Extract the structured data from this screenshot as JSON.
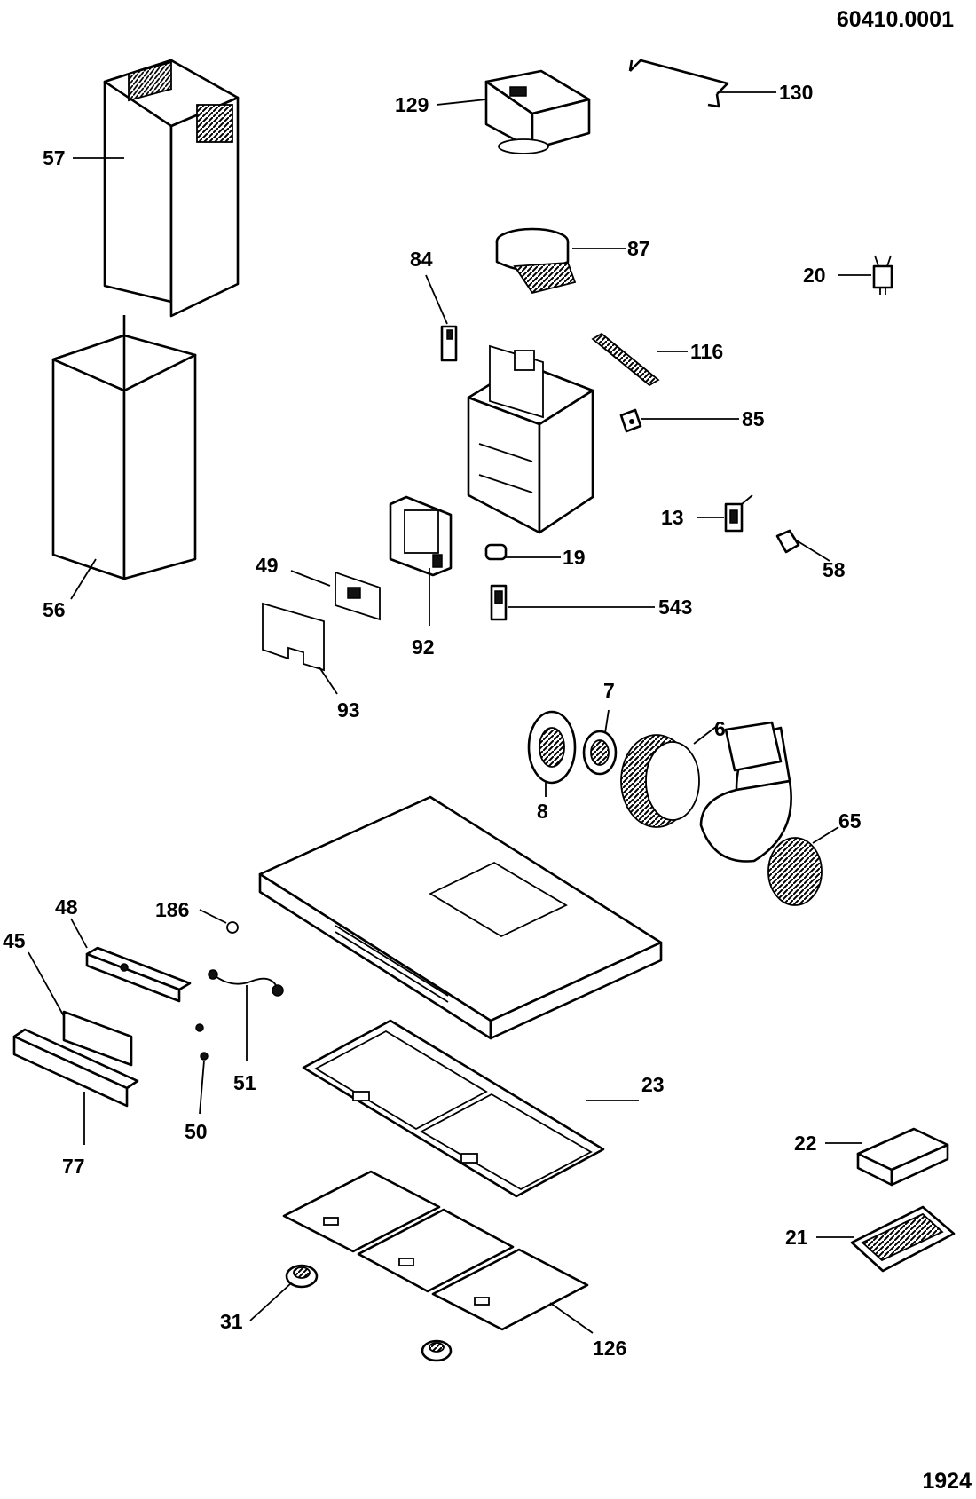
{
  "drawing_number": "60410.0001",
  "page_code": "1924",
  "callouts": {
    "p57": "57",
    "p56": "56",
    "p129": "129",
    "p130": "130",
    "p87": "87",
    "p84": "84",
    "p20": "20",
    "p116": "116",
    "p85": "85",
    "p13": "13",
    "p19": "19",
    "p58": "58",
    "p49": "49",
    "p92": "92",
    "p543": "543",
    "p93": "93",
    "p7": "7",
    "p6": "6",
    "p8": "8",
    "p65": "65",
    "p186": "186",
    "p48": "48",
    "p45": "45",
    "p51": "51",
    "p23": "23",
    "p50": "50",
    "p77": "77",
    "p22": "22",
    "p21": "21",
    "p31": "31",
    "p126": "126"
  }
}
